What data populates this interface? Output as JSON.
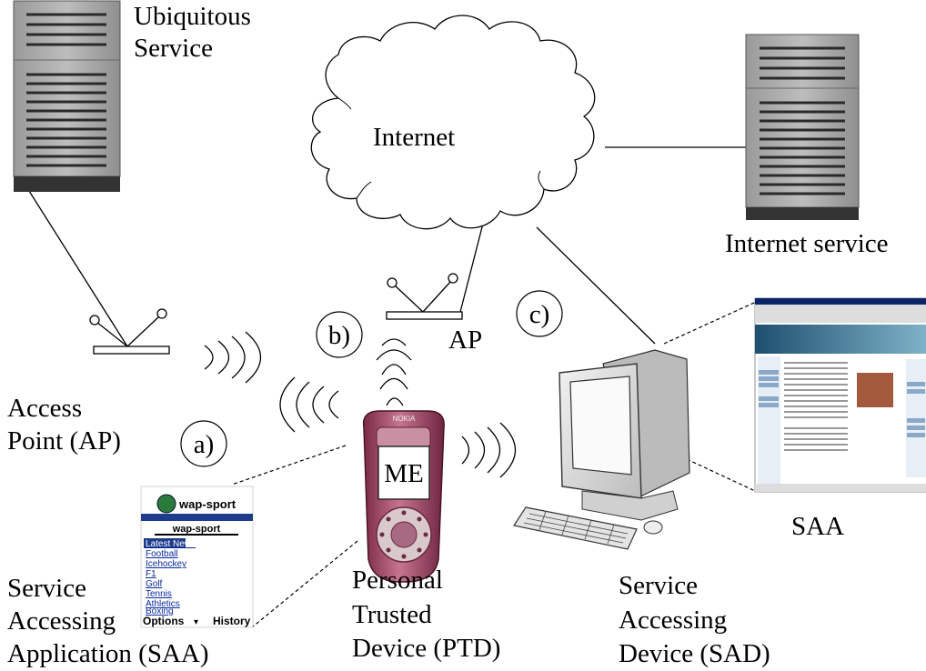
{
  "labels": {
    "ubiquitous_service": [
      "Ubiquitous",
      "Service"
    ],
    "internet": "Internet",
    "internet_service": "Internet service",
    "access_point": [
      "Access",
      "Point (AP)"
    ],
    "ap": "AP",
    "marker_a": "a)",
    "marker_b": "b)",
    "marker_c": "c)",
    "me": "ME",
    "phone_brand": "NOKIA",
    "saa_right": "SAA",
    "saa_left": [
      "Service",
      "Accessing",
      "Application (SAA)"
    ],
    "ptd": [
      "Personal",
      "Trusted",
      "Device (PTD)"
    ],
    "sad": [
      "Service",
      "Accessing",
      "Device (SAD)"
    ]
  },
  "wap_screen": {
    "logo": "wap-sport",
    "title": "wap-sport",
    "links": [
      "Latest News",
      "Football",
      "Icehockey",
      "F1",
      "Golf",
      "Tennis",
      "Athletics",
      "Boxing"
    ],
    "softkey_left": "Options",
    "softkey_right": "History"
  }
}
